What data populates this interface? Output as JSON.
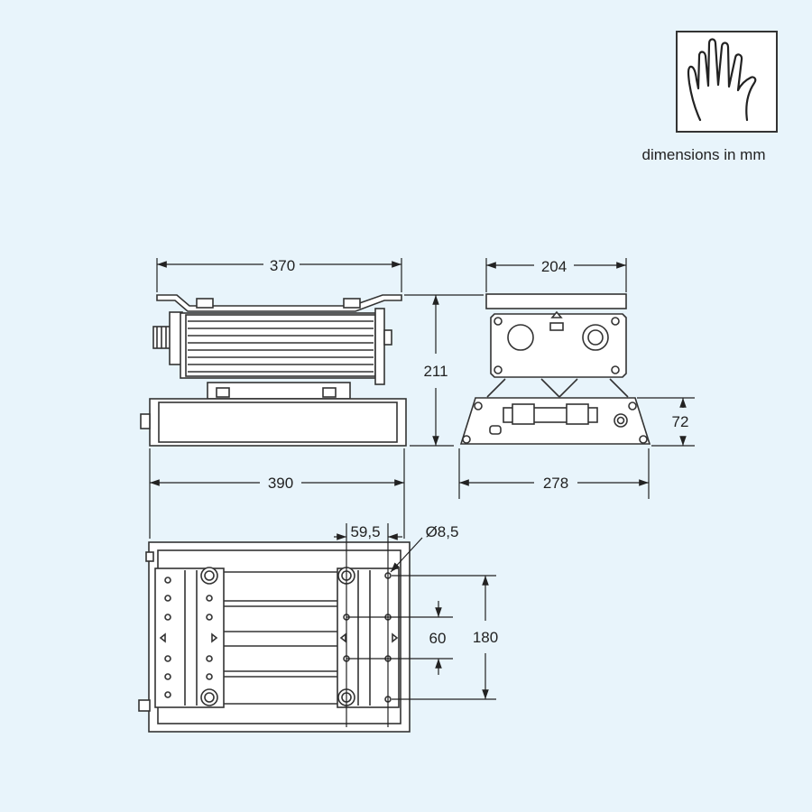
{
  "legend": {
    "icon": "hand-icon",
    "caption": "dimensions in mm"
  },
  "dimensions": {
    "front_top_width": "370",
    "front_height": "211",
    "front_base_width": "390",
    "side_top_width": "204",
    "side_base_height": "72",
    "side_base_width": "278",
    "hole_spacing": "59,5",
    "hole_diameter": "Ø8,5",
    "hole_pitch": "60",
    "hole_span": "180"
  },
  "colors": {
    "background": "#e8f4fb",
    "line": "#333333",
    "fill": "#ffffff"
  }
}
